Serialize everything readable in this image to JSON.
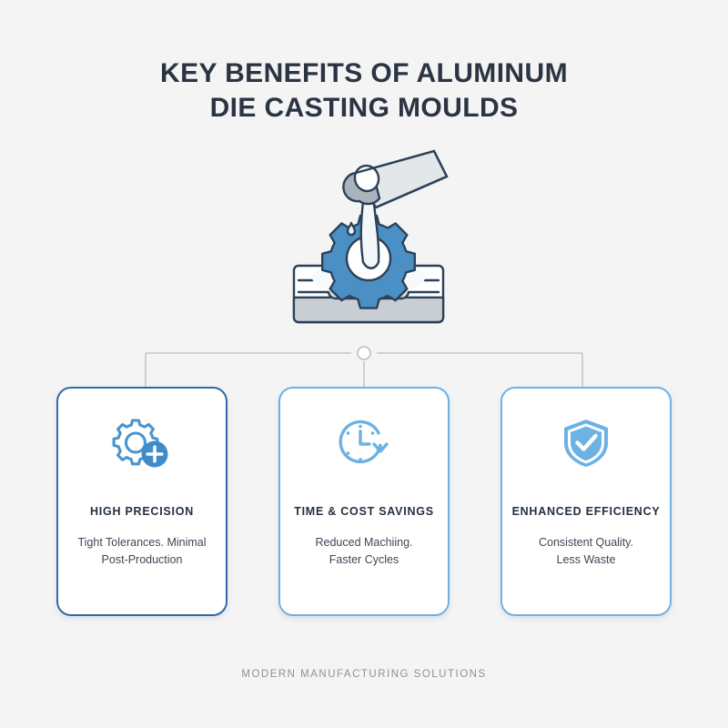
{
  "page": {
    "background_color": "#f4f4f5",
    "title_lines": [
      "KEY BENEFITS OF ALUMINUM",
      "DIE CASTING MOULDS"
    ],
    "title_color": "#2b3442",
    "footer": "MODERN MANUFACTURING SOLUTIONS",
    "footer_color": "#8c9199"
  },
  "hero": {
    "name": "molten-metal-pour-into-gear-mould-illustration",
    "description": "Ladle pouring molten metal into a gear-shaped die casting mould",
    "colors": {
      "outline": "#2c4159",
      "gear_fill": "#4a90c4",
      "mould_fill": "#c9ced4",
      "ladle_fill": "#e3e7ea",
      "pour_fill": "#f4f7f9"
    }
  },
  "connector": {
    "name": "connector-lines",
    "line_color": "#c5c7c9",
    "node_fill": "#ffffff",
    "node_border": "#bdbfc2"
  },
  "cards": [
    {
      "icon": "gear-plus-icon",
      "title": "HIGH PRECISION",
      "desc_lines": [
        "Tight Tolerances. Minimal",
        "Post-Production"
      ],
      "border_color": "#2f6ba6",
      "icon_color": "#4a94cf",
      "accent": "dark"
    },
    {
      "icon": "clock-arrow-icon",
      "title": "TIME & COST SAVINGS",
      "desc_lines": [
        "Reduced Machiing.",
        "Faster Cycles"
      ],
      "border_color": "#6cb2e4",
      "icon_color": "#6cb2e4",
      "accent": "light"
    },
    {
      "icon": "shield-check-icon",
      "title": "ENHANCED EFFICIENCY",
      "desc_lines": [
        "Consistent Quality.",
        "Less Waste"
      ],
      "border_color": "#6cb2e4",
      "icon_color": "#6cb2e4",
      "accent": "light"
    }
  ]
}
